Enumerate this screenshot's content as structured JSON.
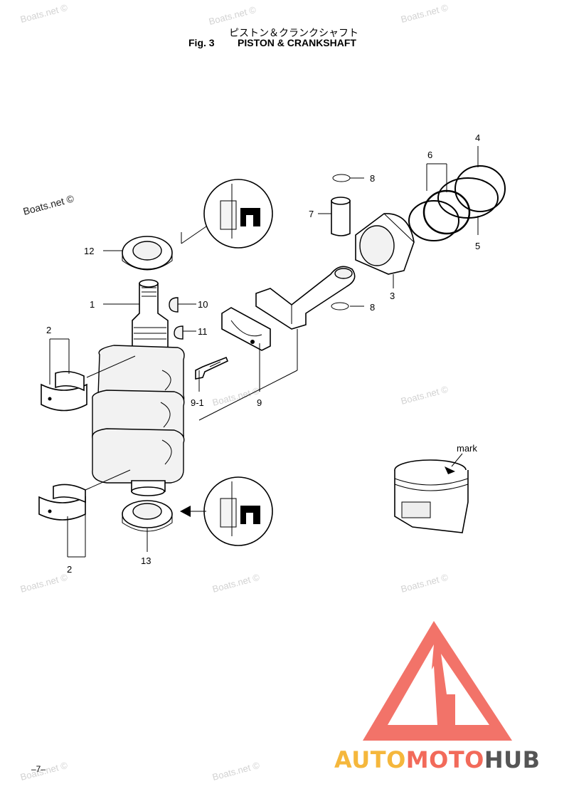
{
  "title": {
    "fig_label": "Fig. 3",
    "japanese": "ピストン＆クランクシャフト",
    "english": "PISTON & CRANKSHAFT"
  },
  "labels": {
    "p1": "1",
    "p2a": "2",
    "p2b": "2",
    "p3": "3",
    "p4": "4",
    "p5": "5",
    "p6": "6",
    "p7": "7",
    "p8a": "8",
    "p8b": "8",
    "p9": "9",
    "p9_1": "9-1",
    "p10": "10",
    "p11": "11",
    "p12": "12",
    "p13": "13",
    "mark": "mark"
  },
  "watermark": "Boats.net ©",
  "page_number": "–7–",
  "brand": {
    "auto": "AUTO",
    "moto": "MOTO",
    "hub": "HUB"
  },
  "colors": {
    "brand_orange": "#f5b73c",
    "brand_red": "#f26a5a",
    "brand_gray": "#555555",
    "logo_red": "#f05a4f"
  }
}
